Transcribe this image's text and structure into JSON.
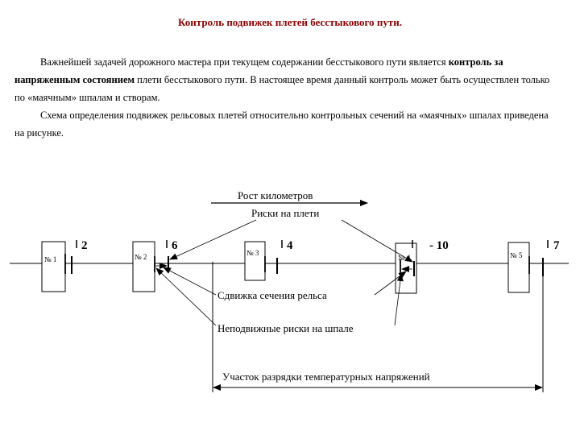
{
  "title": "Контроль подвижек плетей бесстыкового пути.",
  "para1": {
    "before": "Важнейшей задачей дорожного мастера при текущем содержании бесстыкового пути является ",
    "bold": "контроль за напряженным состоянием",
    "after": " плети бесстыкового пути. В настоящее время данный контроль может быть осуществлен только по «маячным» шпалам и створам."
  },
  "para2": "Схема определения подвижек рельсовых плетей относительно контрольных сечений на «маячных» шпалах приведена на рисунке.",
  "diagram": {
    "label_growth": "Рост километров",
    "label_marks_rail": "Риски на плети",
    "label_shift": "Сдвижка сечения рельса",
    "label_fixed_marks": "Неподвижные риски на шпале",
    "label_section": "Участок разрядки температурных напряжений",
    "sleepers": [
      {
        "label": "№ 1",
        "value": "2"
      },
      {
        "label": "№ 2",
        "value": "6"
      },
      {
        "label": "№ 3",
        "value": "4"
      },
      {
        "label": "№ 4",
        "value": "- 10"
      },
      {
        "label": "№ 5",
        "value": "7"
      }
    ]
  }
}
